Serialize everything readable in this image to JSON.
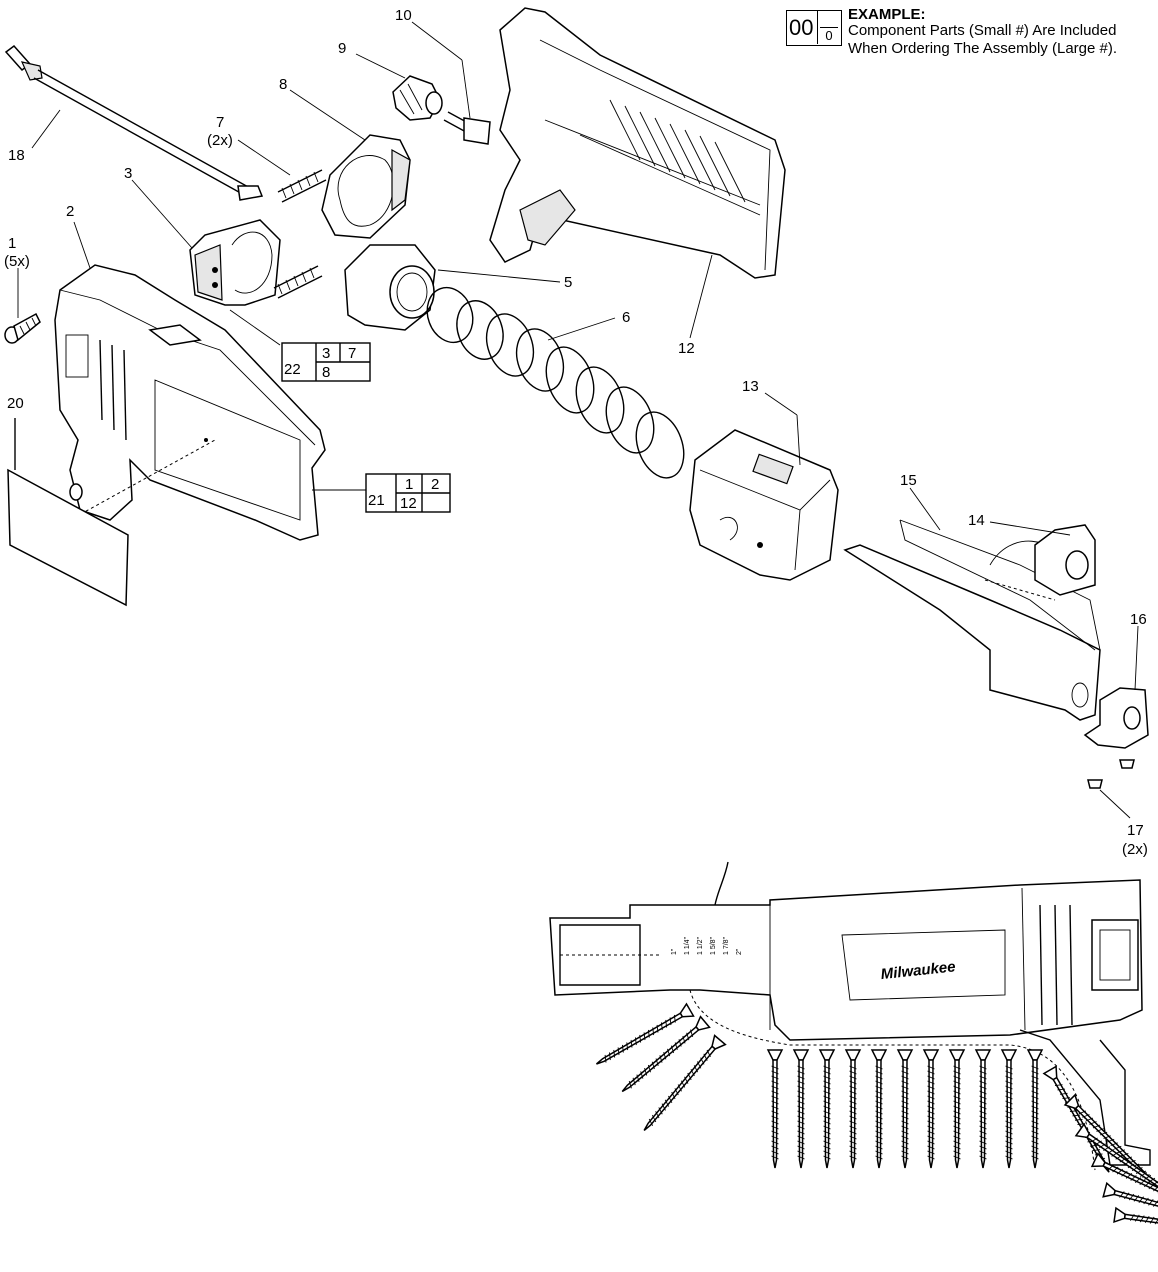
{
  "example": {
    "heading": "EXAMPLE:",
    "assembly_number": "00",
    "component_number": "0",
    "line1": "Component Parts (Small #) Are Included",
    "line2": "When Ordering The Assembly (Large #)."
  },
  "callouts": [
    {
      "id": "1",
      "number": "1",
      "qty": "(5x)"
    },
    {
      "id": "2",
      "number": "2"
    },
    {
      "id": "3",
      "number": "3"
    },
    {
      "id": "5",
      "number": "5"
    },
    {
      "id": "6",
      "number": "6"
    },
    {
      "id": "7",
      "number": "7",
      "qty": "(2x)"
    },
    {
      "id": "8",
      "number": "8"
    },
    {
      "id": "9",
      "number": "9"
    },
    {
      "id": "10",
      "number": "10"
    },
    {
      "id": "12",
      "number": "12"
    },
    {
      "id": "13",
      "number": "13"
    },
    {
      "id": "14",
      "number": "14"
    },
    {
      "id": "15",
      "number": "15"
    },
    {
      "id": "16",
      "number": "16"
    },
    {
      "id": "17",
      "number": "17",
      "qty": "(2x)"
    },
    {
      "id": "18",
      "number": "18"
    },
    {
      "id": "20",
      "number": "20"
    }
  ],
  "assemblies": {
    "a22": {
      "number": "22",
      "parts": [
        "3",
        "7",
        "8"
      ]
    },
    "a21": {
      "number": "21",
      "parts": [
        "1",
        "2",
        "12"
      ]
    }
  },
  "brand": "Milwaukee",
  "depth_marks": [
    "1\"",
    "1 1/4\"",
    "1 1/2\"",
    "1 5/8\"",
    "1 7/8\"",
    "2\""
  ]
}
